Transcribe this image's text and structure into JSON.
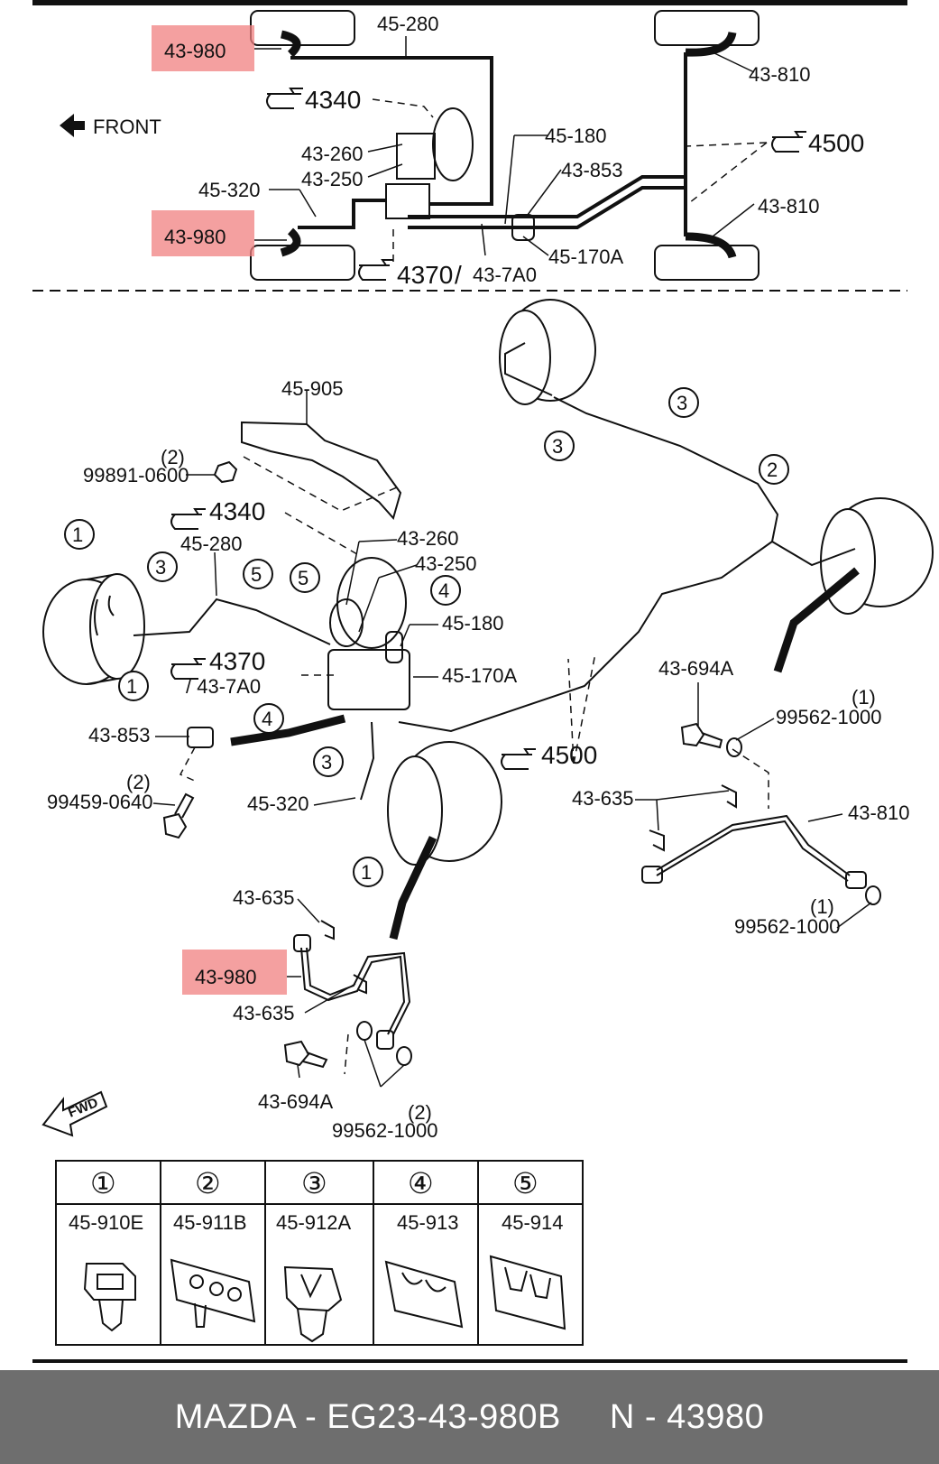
{
  "top_panel": {
    "front_label": "FRONT",
    "labels": {
      "p45_280": "45-280",
      "p43_810_a": "43-810",
      "p43_810_b": "43-810",
      "p43_980_a": "43-980",
      "p43_980_b": "43-980",
      "ref_4340": "4340",
      "p43_260": "43-260",
      "p43_250": "43-250",
      "p45_320": "45-320",
      "p45_180": "45-180",
      "p43_853": "43-853",
      "ref_4500": "4500",
      "p45_170a": "45-170A",
      "ref_4370": "4370",
      "p43_7a0": "43-7A0",
      "slash": "/"
    }
  },
  "main_panel": {
    "labels": {
      "p45_905": "45-905",
      "p99891_0600": "99891-0600",
      "qty_99891": "(2)",
      "ref_4340": "4340",
      "p43_260": "43-260",
      "p43_250": "43-250",
      "p45_280": "45-280",
      "p45_180": "45-180",
      "p45_170a": "45-170A",
      "ref_4370": "4370",
      "p43_7a0": "/ 43-7A0",
      "p43_853": "43-853",
      "p99459_0640": "99459-0640",
      "qty_99459": "(2)",
      "p45_320": "45-320",
      "ref_4500": "4500",
      "p43_694a_r": "43-694A",
      "p99562_1000_r1": "99562-1000",
      "qty_r1": "(1)",
      "p43_635_r": "43-635",
      "p43_810": "43-810",
      "p99562_1000_r2": "99562-1000",
      "qty_r2": "(1)",
      "p43_635_l1": "43-635",
      "p43_980": "43-980",
      "p43_635_l2": "43-635",
      "p43_694a_l": "43-694A",
      "p99562_1000_l": "99562-1000",
      "qty_l": "(2)",
      "fwd": "FWD"
    },
    "circle_numbers": [
      "1",
      "2",
      "3",
      "4",
      "5"
    ]
  },
  "clip_table": {
    "headers": [
      "①",
      "②",
      "③",
      "④",
      "⑤"
    ],
    "parts": [
      "45-910E",
      "45-911B",
      "45-912A",
      "45-913",
      "45-914"
    ]
  },
  "highlight_color": "#f08080",
  "footer": {
    "left": "MAZDA - EG23-43-980B",
    "right": "N - 43980"
  }
}
